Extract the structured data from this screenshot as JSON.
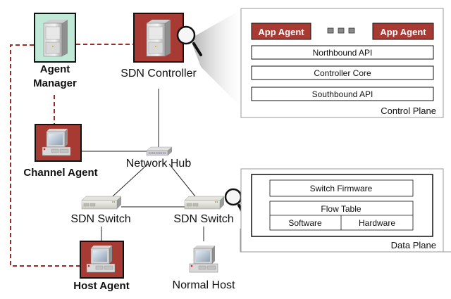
{
  "colors": {
    "agent_red": "#a83a34",
    "manager_green": "#bfe8d6",
    "dashed_red": "#9e2a26",
    "panel_border": "#9a9a9a"
  },
  "nodes": {
    "agent_manager": {
      "label_line1": "Agent",
      "label_line2": "Manager",
      "icon": "server-tower-icon"
    },
    "sdn_controller": {
      "label": "SDN Controller",
      "icon": "server-tower-icon"
    },
    "channel_agent": {
      "label": "Channel Agent",
      "icon": "desktop-computer-icon"
    },
    "network_hub": {
      "label": "Network Hub",
      "icon": "hub-icon"
    },
    "sdn_switch_left": {
      "label": "SDN Switch",
      "icon": "switch-icon"
    },
    "sdn_switch_right": {
      "label": "SDN Switch",
      "icon": "switch-icon"
    },
    "host_agent": {
      "label": "Host Agent",
      "icon": "desktop-computer-icon"
    },
    "normal_host": {
      "label": "Normal Host",
      "icon": "desktop-computer-icon"
    }
  },
  "control_plane": {
    "title": "Control Plane",
    "app_agent_1": "App Agent",
    "app_agent_2": "App Agent",
    "layers": [
      "Northbound API",
      "Controller Core",
      "Southbound API"
    ]
  },
  "data_plane": {
    "title": "Data Plane",
    "switch_firmware": "Switch Firmware",
    "flow_table": "Flow Table",
    "flow_table_parts": [
      "Software",
      "Hardware"
    ]
  }
}
